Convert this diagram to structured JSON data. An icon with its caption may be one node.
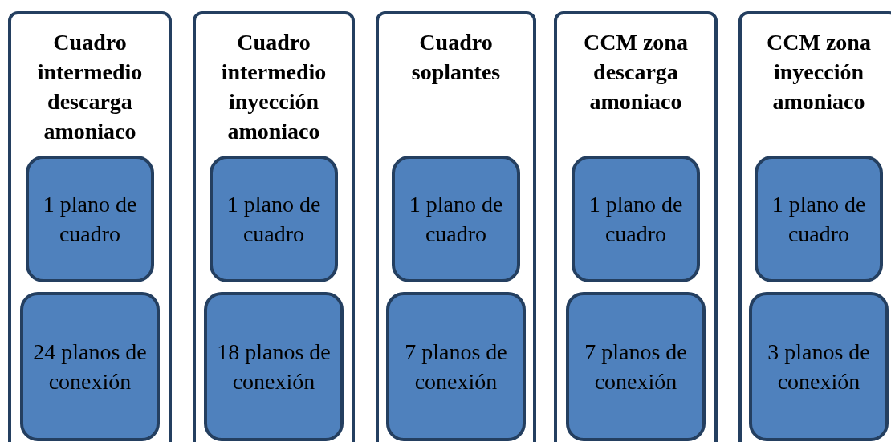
{
  "diagram": {
    "nodes": [
      {
        "text": [
          "Cuadro intermedio descarga amoniaco"
        ]
      },
      {
        "text": [
          "1 plano de cuadro"
        ],
        "in": 0
      },
      {
        "text": [
          "24 planos de conexión"
        ],
        "in": 0
      },
      {
        "text": [
          "Cuadro intermedio inyección amoniaco"
        ]
      },
      {
        "text": [
          "1 plano de cuadro"
        ],
        "in": 3
      },
      {
        "text": [
          "18 planos de conexión"
        ],
        "in": 3
      },
      {
        "text": [
          "Cuadro soplantes"
        ]
      },
      {
        "text": [
          "1 plano de cuadro"
        ],
        "in": 6
      },
      {
        "text": [
          "7 planos de conexión"
        ],
        "in": 6
      },
      {
        "text": [
          "CCM zona descarga amoniaco"
        ]
      },
      {
        "text": [
          "1 plano de cuadro"
        ],
        "in": 9
      },
      {
        "text": [
          "7 planos de conexión"
        ],
        "in": 9
      },
      {
        "text": [
          "CCM zona inyección amoniaco"
        ]
      },
      {
        "text": [
          "1 plano de cuadro"
        ],
        "in": 12
      },
      {
        "text": [
          "3 planos de conexión"
        ],
        "in": 12
      }
    ]
  }
}
